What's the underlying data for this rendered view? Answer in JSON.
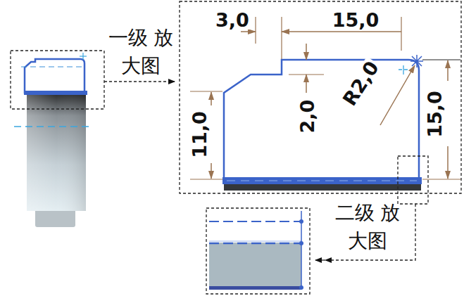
{
  "diagram": {
    "labels": [
      "3,0",
      "15,0",
      "2,0",
      "R2,0",
      "11,0",
      "15,0",
      "一级 放大图",
      "二级 放大图"
    ]
  }
}
